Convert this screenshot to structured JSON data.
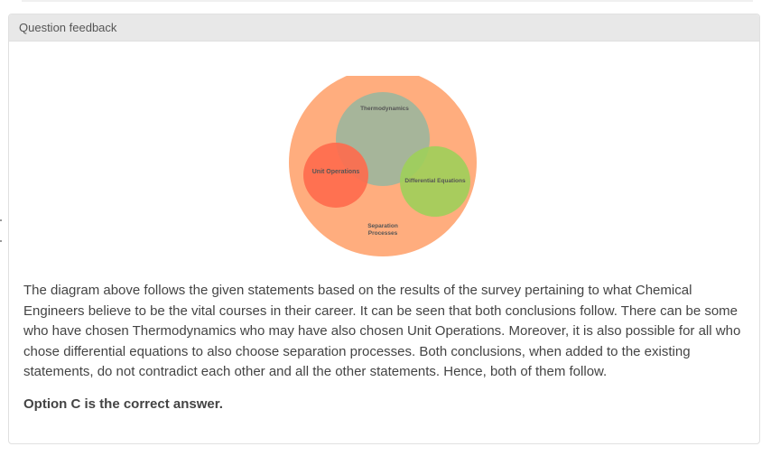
{
  "panel": {
    "title": "Question feedback"
  },
  "diagram": {
    "sets": [
      {
        "key": "separation",
        "label_lines": [
          "Separation",
          "Processes"
        ],
        "color": "#ffad7e"
      },
      {
        "key": "thermo",
        "label": "Thermodynamics",
        "color": "#a6b59a"
      },
      {
        "key": "unit_ops",
        "label": "Unit Operations",
        "color": "#ff6a4d"
      },
      {
        "key": "diff_eq",
        "label": "Differential Equations",
        "color": "#9fcf5a"
      }
    ]
  },
  "feedback": {
    "explanation": "The diagram above follows the given statements based on the results of the survey pertaining to what Chemical Engineers believe to be the vital courses in their career. It can be seen that both conclusions follow. There can be some who have chosen Thermodynamics who may have also chosen Unit Operations. Moreover, it is also possible for all who chose differential equations to also choose separation processes. Both conclusions, when added to the existing statements, do not contradict each other and all the other statements. Hence, both of them follow.",
    "answer": "Option C is the correct answer."
  }
}
